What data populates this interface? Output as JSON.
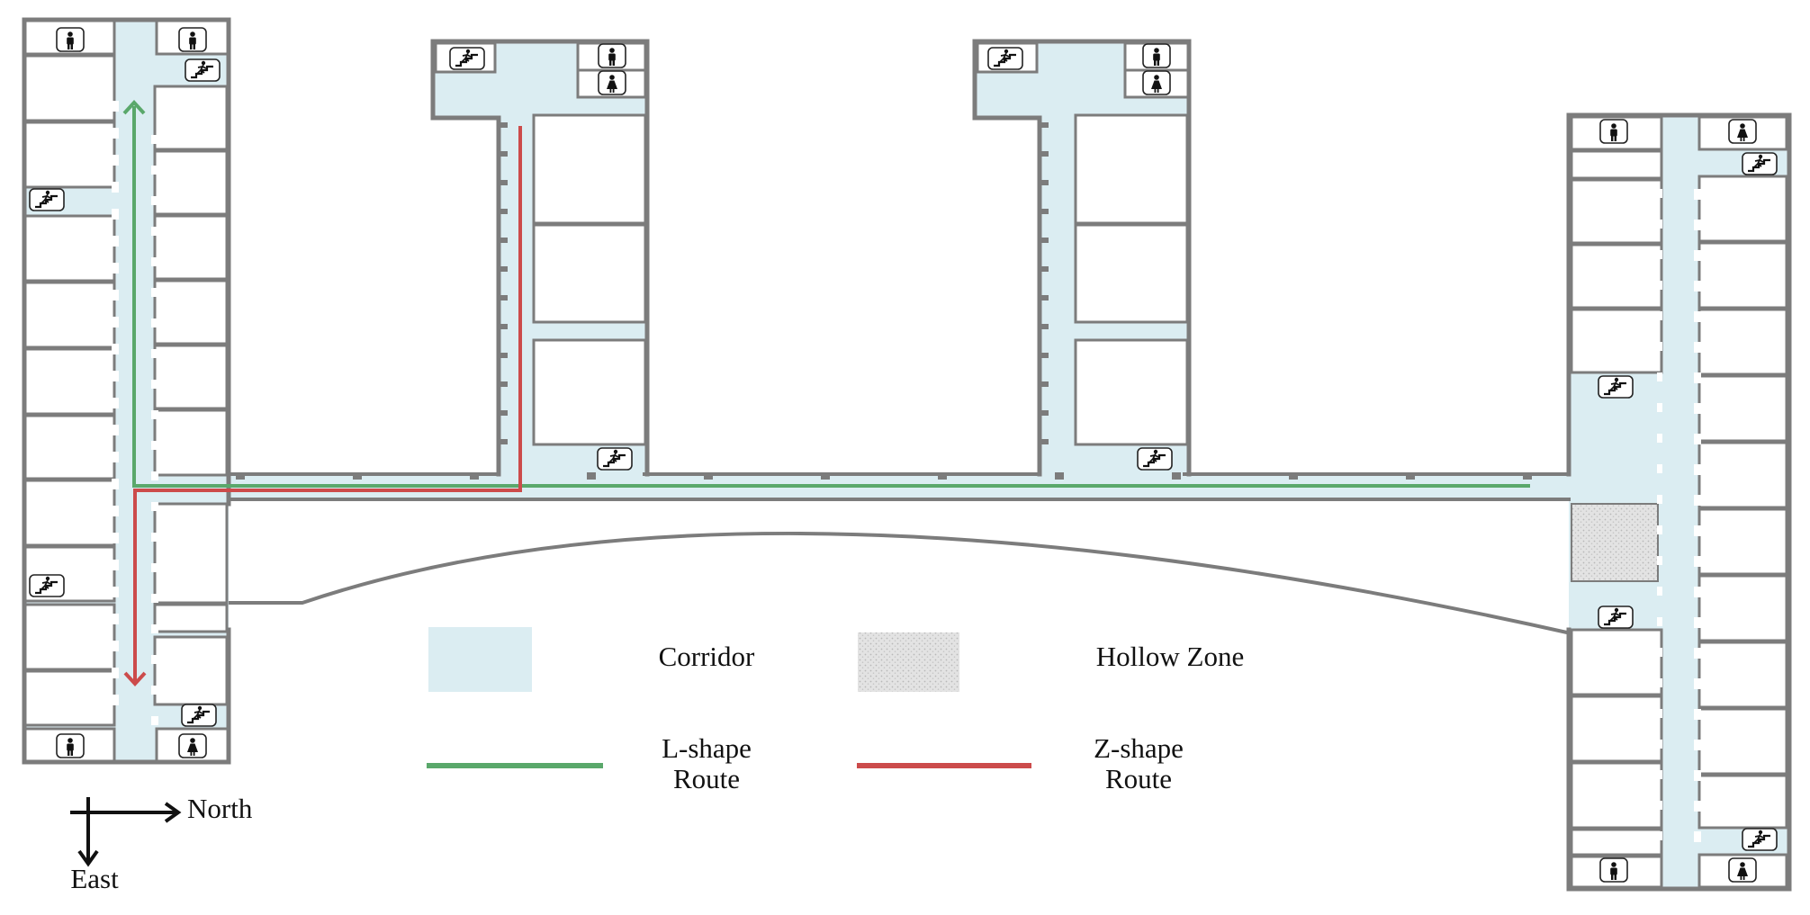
{
  "colors": {
    "corridor": "#dbedf2",
    "wall": "#7c7c7c",
    "hollow": "#dcdcdc",
    "l_route": "#5aa86b",
    "z_route": "#cc4b4b",
    "arrow": "#111111"
  },
  "icons": {
    "restroom_male": "person-standing-icon",
    "restroom_female": "person-skirt-icon",
    "stairs": "stairs-walker-icon"
  },
  "legend": {
    "corridor_label": "Corridor",
    "hollow_label": "Hollow Zone",
    "l_route_line1": "L-shape",
    "l_route_line2": "Route",
    "z_route_line1": "Z-shape",
    "z_route_line2": "Route"
  },
  "compass": {
    "right_label": "North",
    "down_label": "East"
  }
}
